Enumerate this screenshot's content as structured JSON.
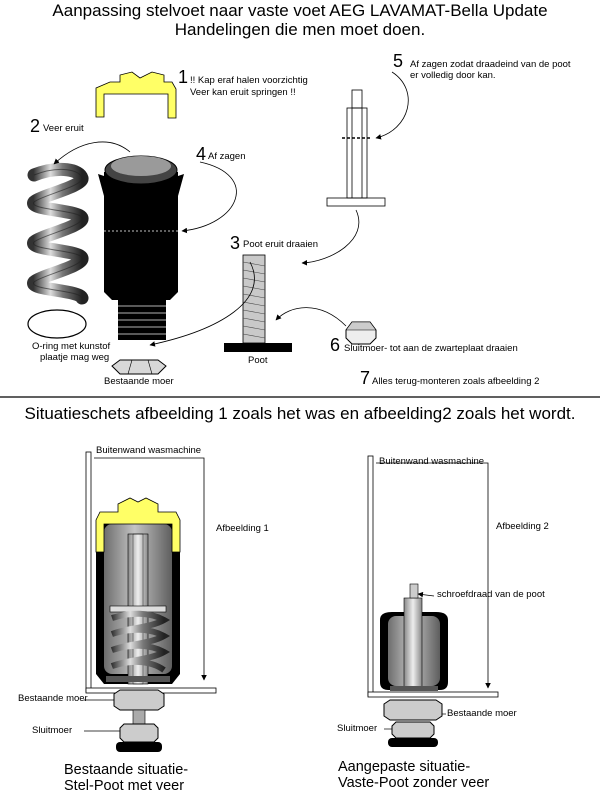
{
  "header": {
    "title_line1": "Aanpassing stelvoet naar vaste voet AEG LAVAMAT-Bella Update",
    "title_line2": "Handelingen die men moet doen."
  },
  "steps": [
    {
      "number": "1",
      "line1": "!! Kap eraf halen voorzichtig",
      "line2": "Veer kan eruit springen !!"
    },
    {
      "number": "2",
      "line1": "Veer eruit"
    },
    {
      "number": "3",
      "line1": "Poot eruit draaien"
    },
    {
      "number": "4",
      "line1": "Af zagen"
    },
    {
      "number": "5",
      "line1": "Af zagen zodat draadeind van de poot",
      "line2": "er volledig door kan."
    },
    {
      "number": "6",
      "line1": "Sluitmoer- tot aan de zwarteplaat draaien"
    },
    {
      "number": "7",
      "line1": "Alles terug-monteren zoals afbeelding 2"
    }
  ],
  "parts": {
    "oring_line1": "O-ring met kunstof",
    "oring_line2": "plaatje mag weg",
    "existing_nut": "Bestaande moer",
    "foot": "Poot"
  },
  "section2": {
    "title": "Situatieschets afbeelding 1 zoals het was en afbeelding2 zoals het wordt."
  },
  "figure1": {
    "wall_label": "Buitenwand wasmachine",
    "figure_label": "Afbeelding 1",
    "nut_label": "Bestaande moer",
    "locknut_label": "Sluitmoer",
    "caption_line1": "Bestaande situatie-",
    "caption_line2": "Stel-Poot met veer"
  },
  "figure2": {
    "wall_label": "Buitenwand wasmachine",
    "figure_label": "Afbeelding 2",
    "thread_label": "schroefdraad van de poot",
    "nut_label": "Bestaande moer",
    "locknut_label": "Sluitmoer",
    "caption_line1": "Aangepaste situatie-",
    "caption_line2": "Vaste-Poot zonder veer"
  },
  "colors": {
    "cap_yellow": "#ffff66",
    "body_black": "#000000",
    "body_grey": "#9a9a9a"
  }
}
